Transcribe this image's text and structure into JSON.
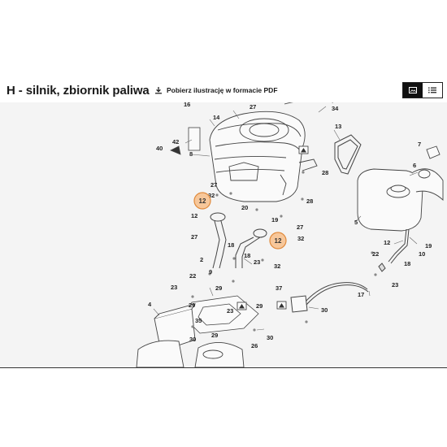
{
  "header": {
    "title": "H - silnik, zbiornik paliwa",
    "download_label": "Pobierz ilustrację w formacie PDF"
  },
  "view_toggle": {
    "active": "image",
    "options": [
      "image-view",
      "list-view"
    ]
  },
  "colors": {
    "highlight_fill": "#f7c79a",
    "highlight_stroke": "#e08a3c",
    "diagram_bg": "#f4f4f4",
    "line": "#555555"
  },
  "diagram": {
    "part_labels": [
      "16",
      "14",
      "27",
      "34",
      "42",
      "8",
      "40",
      "13",
      "7",
      "27",
      "28",
      "6",
      "32",
      "28",
      "20",
      "12",
      "19",
      "27",
      "27",
      "32",
      "5",
      "18",
      "12",
      "19",
      "18",
      "32",
      "10",
      "23",
      "22",
      "2",
      "18",
      "9",
      "23",
      "22",
      "30",
      "23",
      "29",
      "17",
      "37",
      "4",
      "29",
      "35",
      "29",
      "23",
      "29",
      "30",
      "30",
      "26"
    ],
    "highlighted_labels": [
      "12",
      "12"
    ]
  }
}
